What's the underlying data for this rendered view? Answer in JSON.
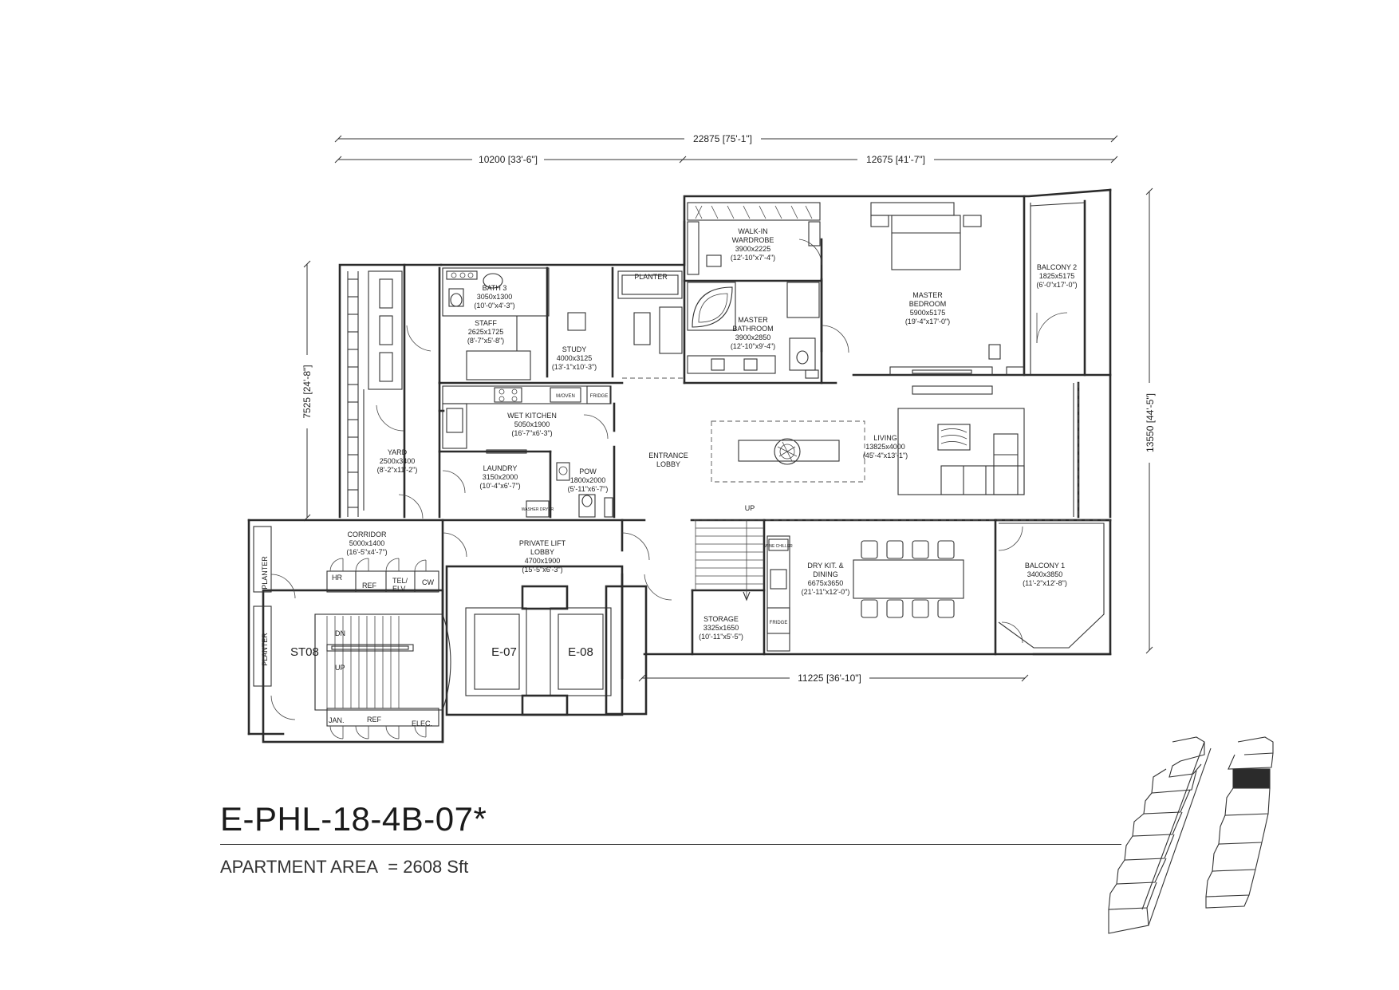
{
  "unit": {
    "code": "E-PHL-18-4B-07*",
    "area_label": "APARTMENT AREA",
    "area_value": "= 2608 Sft"
  },
  "dimensions": {
    "overall_width": "22875 [75'-1\"]",
    "left_width": "10200 [33'-6\"]",
    "right_width": "12675 [41'-7\"]",
    "left_height": "7525 [24'-8\"]",
    "right_height": "13550 [44'-5\"]",
    "bottom_width": "11225 [36'-10\"]"
  },
  "rooms": {
    "walkin": {
      "name1": "WALK-IN",
      "name2": "WARDROBE",
      "size": "3900x2225",
      "imp": "(12'-10\"x7'-4\")"
    },
    "master_bedroom": {
      "name1": "MASTER",
      "name2": "BEDROOM",
      "size": "5900x5175",
      "imp": "(19'-4\"x17'-0\")"
    },
    "balcony2": {
      "name": "BALCONY 2",
      "size": "1825x5175",
      "imp": "(6'-0\"x17'-0\")"
    },
    "bath3": {
      "name": "BATH 3",
      "size": "3050x1300",
      "imp": "(10'-0\"x4'-3\")"
    },
    "staff": {
      "name": "STAFF",
      "size": "2625x1725",
      "imp": "(8'-7\"x5'-8\")"
    },
    "study": {
      "name": "STUDY",
      "size": "4000x3125",
      "imp": "(13'-1\"x10'-3\")"
    },
    "master_bath": {
      "name1": "MASTER",
      "name2": "BATHROOM",
      "size": "3900x2850",
      "imp": "(12'-10\"x9'-4\")"
    },
    "planter_top": {
      "name": "PLANTER"
    },
    "wet_kitchen": {
      "name": "WET KITCHEN",
      "size": "5050x1900",
      "imp": "(16'-7\"x6'-3\")"
    },
    "yard": {
      "name": "YARD",
      "size": "2500x3400",
      "imp": "(8'-2\"x11'-2\")"
    },
    "laundry": {
      "name": "LAUNDRY",
      "size": "3150x2000",
      "imp": "(10'-4\"x6'-7\")"
    },
    "pow": {
      "name": "POW",
      "size": "1800x2000",
      "imp": "(5'-11\"x6'-7\")"
    },
    "entrance": {
      "name1": "ENTRANCE",
      "name2": "LOBBY"
    },
    "living": {
      "name": "LIVING",
      "size": "13825x4000",
      "imp": "(45'-4\"x13'-1\")"
    },
    "corridor": {
      "name": "CORRIDOR",
      "size": "5000x1400",
      "imp": "(16'-5\"x4'-7\")"
    },
    "lift_lobby": {
      "name1": "PRIVATE LIFT",
      "name2": "LOBBY",
      "size": "4700x1900",
      "imp": "(15'-5\"x6'-3\")"
    },
    "dry_kitchen": {
      "name1": "DRY KIT. &",
      "name2": "DINING",
      "size": "6675x3650",
      "imp": "(21'-11\"x12'-0\")"
    },
    "balcony1": {
      "name": "BALCONY 1",
      "size": "3400x3850",
      "imp": "(11'-2\"x12'-8\")"
    },
    "storage": {
      "name": "STORAGE",
      "size": "3325x1650",
      "imp": "(10'-11\"x5'-5\")"
    }
  },
  "labels": {
    "planter_side_1": "PLANTER",
    "planter_side_2": "PLANTER",
    "stair": "ST08",
    "dn": "DN",
    "up": "UP",
    "up_main": "UP",
    "lift1": "E-07",
    "lift2": "E-08",
    "hr": "HR",
    "ref1": "REF",
    "tel": "TEL/",
    "elv": "ELV",
    "cw": "CW",
    "jan": "JAN.",
    "ref2": "REF",
    "elec": "ELEC.",
    "oven": "M/OVEN",
    "fridge1": "FRIDGE",
    "fridge2": "FRIDGE",
    "wine": "WINE CHILLER",
    "washer": "WASHER DRYER"
  }
}
